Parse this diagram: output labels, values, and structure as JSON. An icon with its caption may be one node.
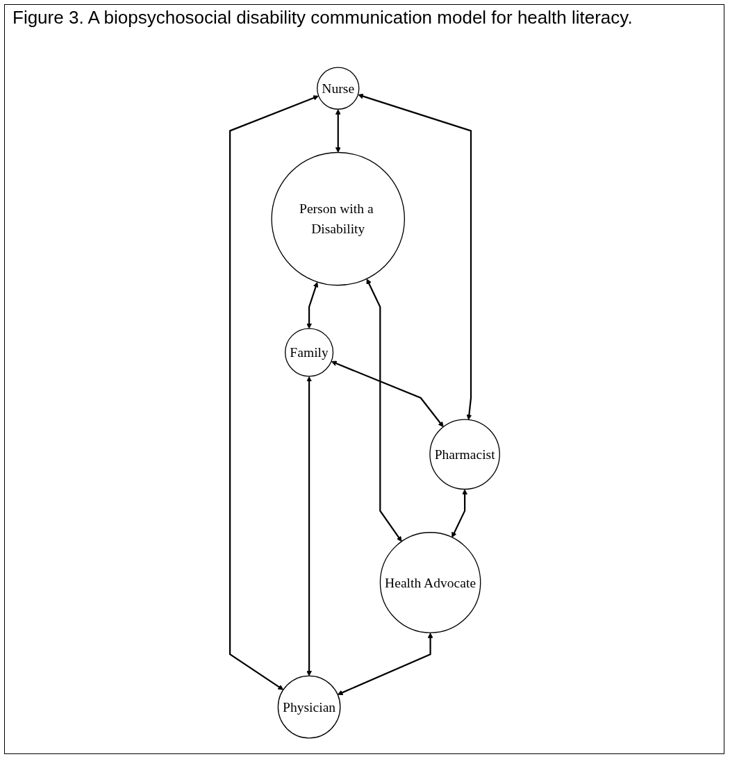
{
  "diagram": {
    "title": "Figure 3. A biopsychosocial disability communication model for health literacy.",
    "nodes": [
      {
        "text": [
          "Person with a Disability"
        ]
      },
      {
        "text": [
          "Nurse"
        ]
      },
      {
        "text": [
          "Family"
        ]
      },
      {
        "text": [
          "Pharmacist"
        ]
      },
      {
        "text": [
          "Physician"
        ]
      },
      {
        "text": [
          "Health Advocate"
        ]
      }
    ],
    "edges": [
      {
        "from": 1,
        "to": 0,
        "arrow": "both"
      },
      {
        "from": 0,
        "to": 2,
        "arrow": "both"
      },
      {
        "from": 0,
        "to": 5,
        "arrow": "both"
      },
      {
        "from": 1,
        "to": 4,
        "arrow": "both"
      },
      {
        "from": 2,
        "to": 3,
        "arrow": "both"
      },
      {
        "from": 1,
        "to": 3,
        "arrow": "both"
      },
      {
        "from": 2,
        "to": 4,
        "arrow": "both"
      },
      {
        "from": 3,
        "to": 5,
        "arrow": "both"
      },
      {
        "from": 5,
        "to": 4,
        "arrow": "both"
      }
    ]
  }
}
